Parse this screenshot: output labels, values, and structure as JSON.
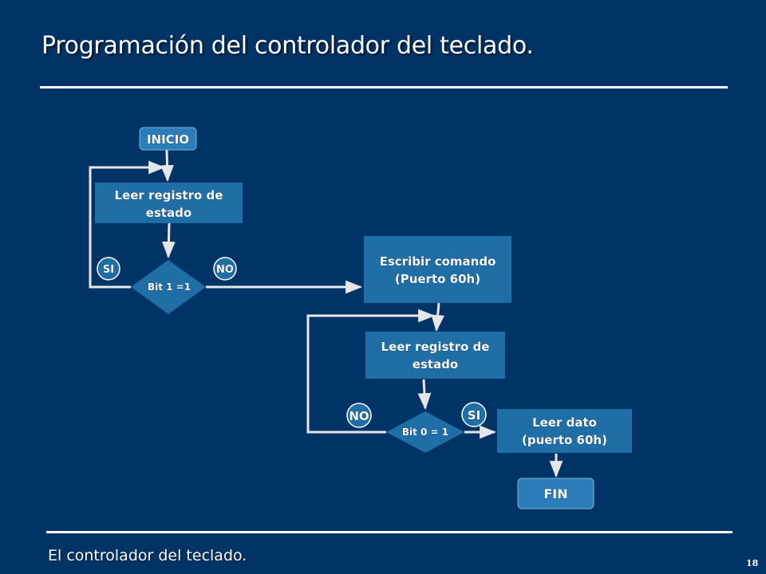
{
  "slide": {
    "title": "Programación del controlador del teclado.",
    "footer": "El controlador del teclado.",
    "page_number": "18"
  },
  "colors": {
    "background": "#003366",
    "node_fill": "#1f6fa6",
    "node_fill_light": "#2a7db8",
    "connector": "#e6e6e6"
  },
  "flowchart": {
    "start": "INICIO",
    "end": "FIN",
    "read_status_1": [
      "Leer registro de",
      "estado"
    ],
    "decision_1": "Bit 1 =1",
    "decision_1_yes": "SI",
    "decision_1_no": "NO",
    "write_command": [
      "Escribir comando",
      "(Puerto 60h)"
    ],
    "read_status_2": [
      "Leer registro de",
      "estado"
    ],
    "decision_2": "Bit 0 = 1",
    "decision_2_no": "NO",
    "decision_2_yes": "SI",
    "read_data": [
      "Leer dato",
      "(puerto 60h)"
    ]
  }
}
